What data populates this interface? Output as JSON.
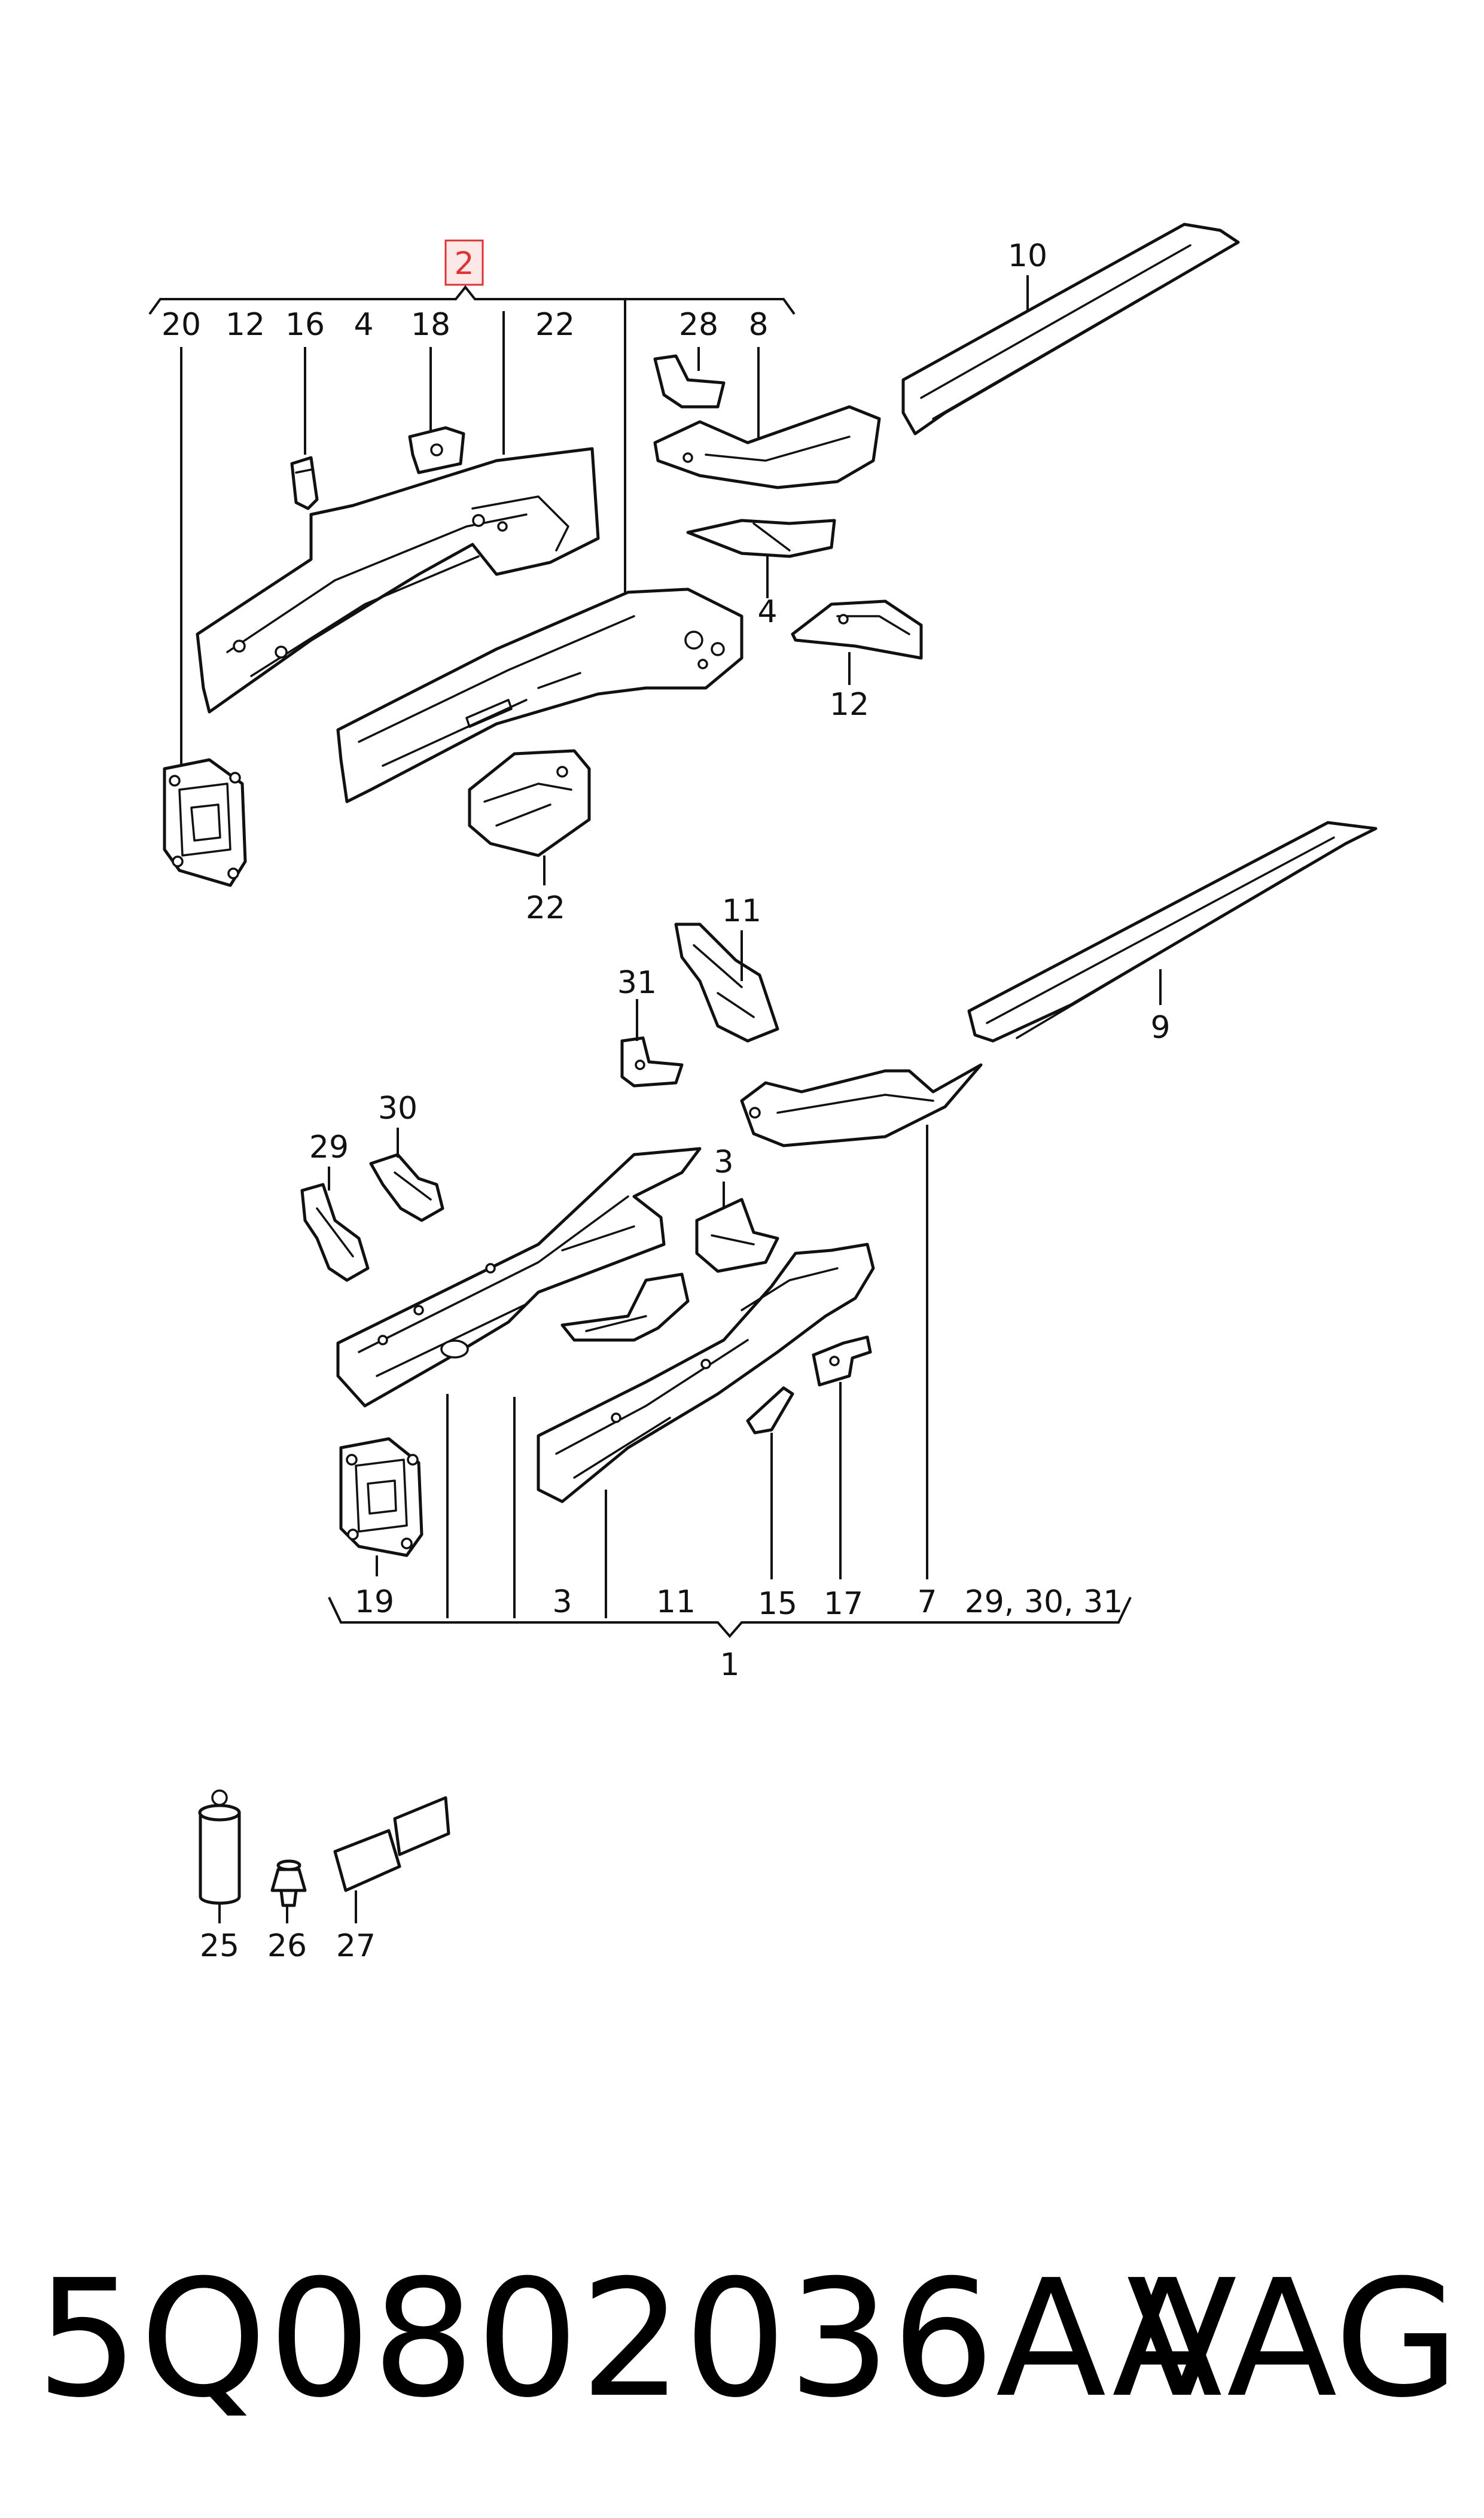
{
  "diagram": {
    "highlight_label": "2",
    "group_top_labels": [
      "20",
      "12",
      "16",
      "4",
      "18",
      "22",
      "28",
      "8"
    ],
    "group_bottom_labels": [
      "19",
      "3",
      "11",
      "15",
      "17",
      "7",
      "29, 30, 31"
    ],
    "group_bottom_total": "1",
    "callouts": {
      "p10": "10",
      "p4": "4",
      "p12": "12",
      "p22": "22",
      "p11": "11",
      "p9": "9",
      "p31": "31",
      "p30": "30",
      "p29": "29",
      "p3": "3",
      "p25": "25",
      "p26": "26",
      "p27": "27"
    }
  },
  "footer": {
    "part_number": "5Q0802036AA",
    "brand": "VAG"
  }
}
